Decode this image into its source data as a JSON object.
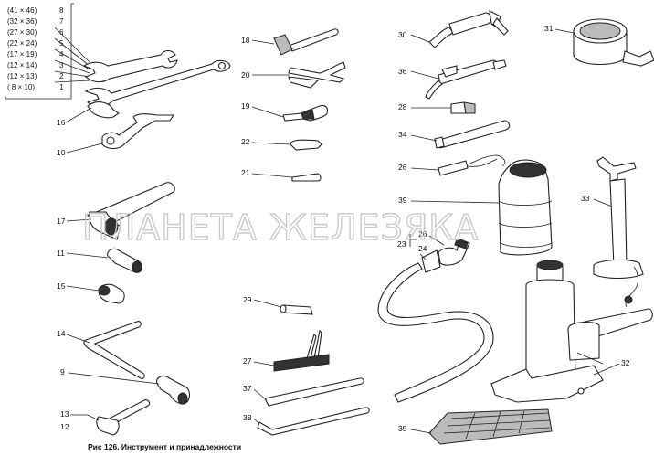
{
  "wrench_sizes": [
    {
      "size": "(41 × 46)",
      "num": "8"
    },
    {
      "size": "(32 × 36)",
      "num": "7"
    },
    {
      "size": "(27 × 30)",
      "num": "6"
    },
    {
      "size": "(22 × 24)",
      "num": "5"
    },
    {
      "size": "(17 × 19)",
      "num": "4"
    },
    {
      "size": "(12 × 14)",
      "num": "3"
    },
    {
      "size": "(12 × 13)",
      "num": "2"
    },
    {
      "size": "( 8 × 10)",
      "num": "1"
    }
  ],
  "callouts": {
    "c16": "16",
    "c10": "10",
    "c17": "17",
    "c11": "11",
    "c15": "15",
    "c14": "14",
    "c9": "9",
    "c13": "13",
    "c12": "12",
    "c18": "18",
    "c20": "20",
    "c19": "19",
    "c22": "22",
    "c21": "21",
    "c29": "29",
    "c27": "27",
    "c37": "37",
    "c38": "38",
    "c30": "30",
    "c36": "36",
    "c28": "28",
    "c34": "34",
    "c26a": "26",
    "c39": "39",
    "c23": "23",
    "c24": "24",
    "c26b": "26",
    "c31": "31",
    "c33": "33",
    "c32": "32",
    "c35": "35"
  },
  "watermark": "ПЛАНЕТА ЖЕЛЕЗЯКА",
  "caption": "Рис 126. Инструмент и принадлежности"
}
